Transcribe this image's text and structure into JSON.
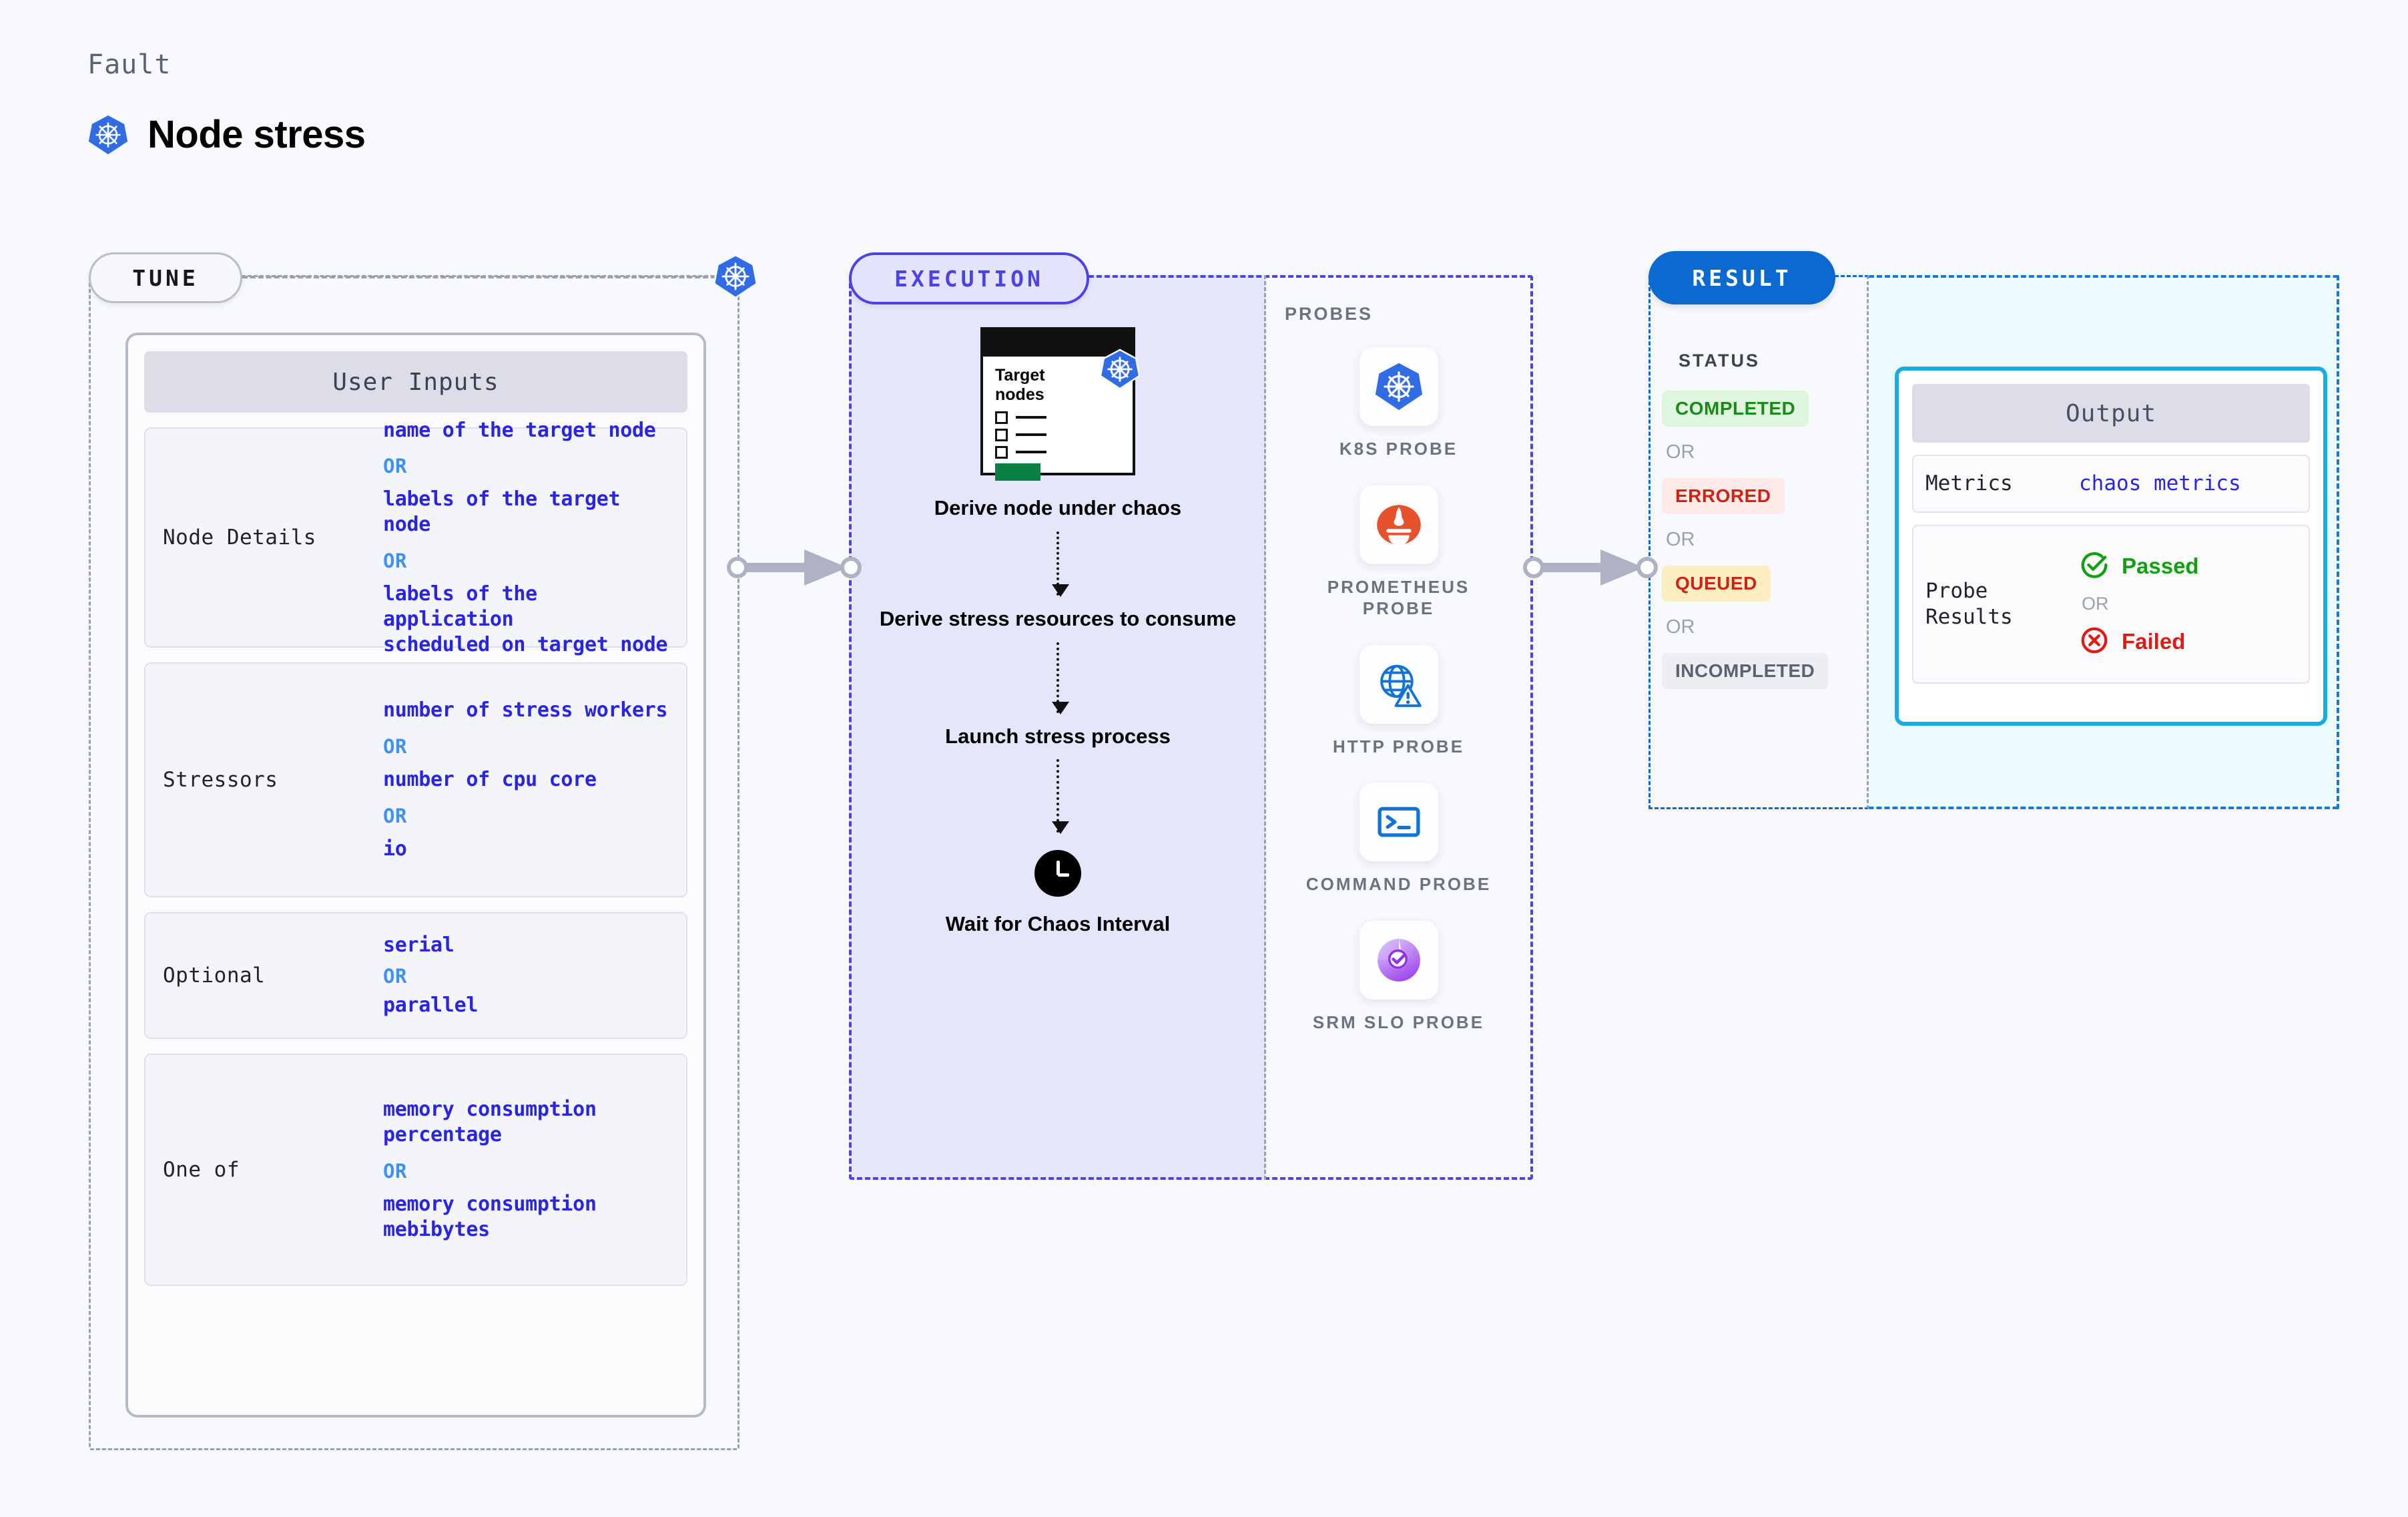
{
  "header": {
    "eyebrow": "Fault",
    "title": "Node stress",
    "icon": "kubernetes-icon"
  },
  "phases": {
    "tune": "TUNE",
    "execution": "EXECUTION",
    "result": "RESULT"
  },
  "tune": {
    "card_title": "User Inputs",
    "groups": [
      {
        "label": "Node Details",
        "items": [
          "name of the target node",
          "labels of the target node",
          "labels of the application\n scheduled on target node"
        ],
        "or_label": "OR"
      },
      {
        "label": "Stressors",
        "items": [
          "number of stress workers",
          "number of cpu core",
          "io"
        ],
        "or_label": "OR"
      },
      {
        "label": "Optional",
        "items": [
          "serial",
          "parallel"
        ],
        "or_label": "OR"
      },
      {
        "label": "One of",
        "items": [
          "memory consumption percentage",
          "memory consumption mebibytes"
        ],
        "or_label": "OR"
      }
    ]
  },
  "execution": {
    "node_card": {
      "title_line1": "Target",
      "title_line2": "nodes",
      "icon": "kubernetes-icon"
    },
    "steps": [
      "Derive node under chaos",
      "Derive stress resources to consume",
      "Launch stress process",
      "Wait for Chaos Interval"
    ],
    "clock_icon": "clock-icon"
  },
  "probes": {
    "title": "PROBES",
    "items": [
      {
        "name": "K8S PROBE",
        "icon": "kubernetes-icon"
      },
      {
        "name": "PROMETHEUS PROBE",
        "icon": "prometheus-icon"
      },
      {
        "name": "HTTP PROBE",
        "icon": "globe-warning-icon"
      },
      {
        "name": "COMMAND PROBE",
        "icon": "terminal-icon"
      },
      {
        "name": "SRM SLO PROBE",
        "icon": "srm-slo-icon"
      }
    ]
  },
  "result": {
    "status_title": "STATUS",
    "or_label": "OR",
    "statuses": [
      {
        "label": "COMPLETED",
        "tone": "success"
      },
      {
        "label": "ERRORED",
        "tone": "error"
      },
      {
        "label": "QUEUED",
        "tone": "warn"
      },
      {
        "label": "INCOMPLETED",
        "tone": "neutral"
      }
    ],
    "output": {
      "title": "Output",
      "metrics_label": "Metrics",
      "metrics_value": "chaos metrics",
      "probe_results_label": "Probe Results",
      "passed_label": "Passed",
      "failed_label": "Failed",
      "or_label": "OR",
      "pass_icon": "check-circle-icon",
      "fail_icon": "x-circle-icon"
    }
  },
  "colors": {
    "kubernetes_blue": "#326CE5",
    "execution_purple": "#4B42E8",
    "execution_fill": "#E5E5FB",
    "result_blue": "#0B69CF",
    "output_border": "#19ACE4",
    "output_fill": "#EDFAFD",
    "value_blue": "#2A25E0",
    "or_blue": "#3F92F2",
    "success_green": "#1A8A1A",
    "error_red": "#CF2318",
    "warn_amber": "#FDEEC2",
    "prometheus_orange": "#E6522C",
    "srm_purple": "#A855F7"
  }
}
